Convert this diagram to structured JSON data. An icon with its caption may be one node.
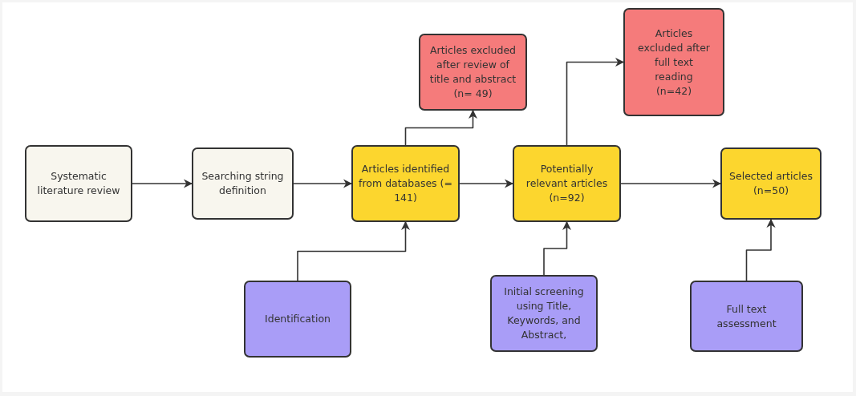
{
  "diagram": {
    "nodes": [
      {
        "text": [
          "Systematic literature review"
        ]
      },
      {
        "text": [
          "Searching string definition"
        ]
      },
      {
        "text": [
          "Articles identified from databases (= 141)"
        ]
      },
      {
        "text": [
          "Articles excluded after review of title and abstract (n= 49)"
        ]
      },
      {
        "text": [
          "Potentially relevant articles (n=92)"
        ]
      },
      {
        "text": [
          "Articles excluded after full text reading (n=42)"
        ]
      },
      {
        "text": [
          "Selected articles (n=50)"
        ]
      },
      {
        "text": [
          "Identification"
        ]
      },
      {
        "text": [
          "Initial screening using Title, Keywords, and Abstract,"
        ]
      },
      {
        "text": [
          "Full text assessment"
        ]
      }
    ],
    "edges": [
      {
        "from": 0,
        "to": 1,
        "arrow": "to"
      },
      {
        "from": 1,
        "to": 2,
        "arrow": "to"
      },
      {
        "from": 2,
        "to": 4,
        "arrow": "to"
      },
      {
        "from": 4,
        "to": 6,
        "arrow": "to"
      },
      {
        "from": 2,
        "to": 3,
        "arrow": "to"
      },
      {
        "from": 4,
        "to": 5,
        "arrow": "to"
      },
      {
        "from": 7,
        "to": 2,
        "arrow": "to"
      },
      {
        "from": 8,
        "to": 4,
        "arrow": "to"
      },
      {
        "from": 9,
        "to": 6,
        "arrow": "to"
      }
    ]
  }
}
